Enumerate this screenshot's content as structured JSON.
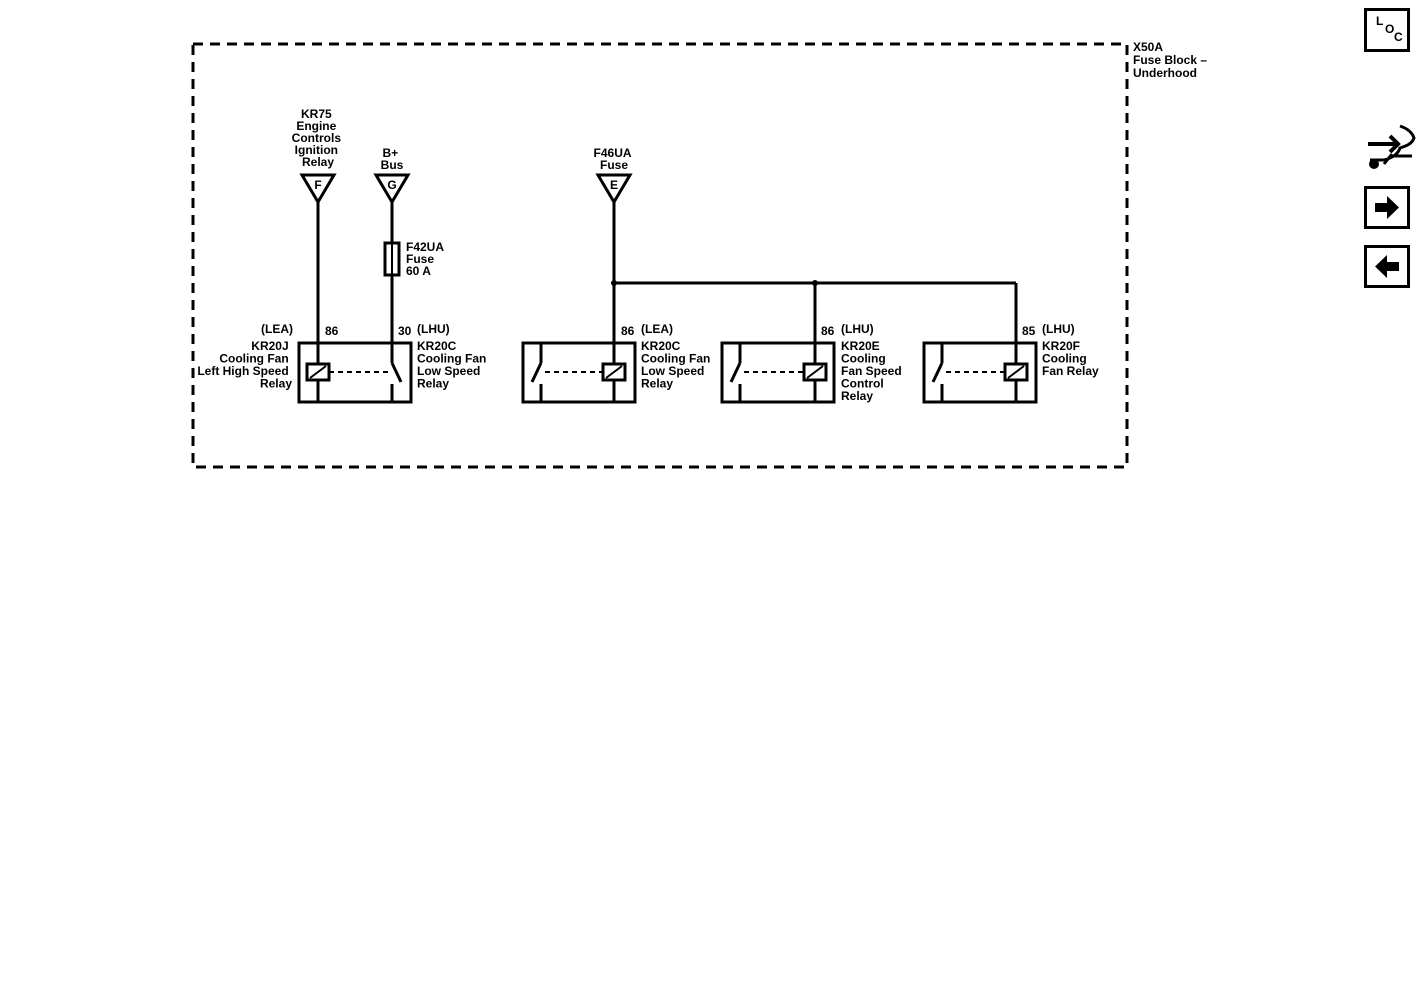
{
  "fuse_block": {
    "lines": [
      "X50A",
      "Fuse Block –",
      "Underhood"
    ]
  },
  "sources": {
    "kr75": {
      "lines": [
        "KR75",
        "Engine",
        "Controls",
        "Ignition",
        "Relay"
      ],
      "terminal": "F"
    },
    "bplus": {
      "lines": [
        "B+",
        "Bus"
      ],
      "terminal": "G"
    },
    "f46ua": {
      "lines": [
        "F46UA",
        "Fuse"
      ],
      "terminal": "E"
    }
  },
  "fuse_f42ua": {
    "lines": [
      "F42UA",
      "Fuse",
      "60 A"
    ]
  },
  "relays": {
    "kr20j": {
      "lines": [
        "KR20J",
        "Cooling Fan",
        "Left High Speed",
        "Relay"
      ],
      "variant": "(LEA)",
      "pin": "86"
    },
    "kr20c_a": {
      "lines": [
        "KR20C",
        "Cooling Fan",
        "Low Speed",
        "Relay"
      ],
      "variant": "(LHU)",
      "pin": "30"
    },
    "kr20c_b": {
      "lines": [
        "KR20C",
        "Cooling Fan",
        "Low Speed",
        "Relay"
      ],
      "variant": "(LEA)",
      "pin": "86"
    },
    "kr20e": {
      "lines": [
        "KR20E",
        "Cooling",
        "Fan Speed",
        "Control",
        "Relay"
      ],
      "variant": "(LHU)",
      "pin": "86"
    },
    "kr20f": {
      "lines": [
        "KR20F",
        "Cooling",
        "Fan Relay"
      ],
      "variant": "(LHU)",
      "pin": "85"
    }
  },
  "nav": {
    "loc": {
      "l": "L",
      "o": "O",
      "c": "C",
      "icon": "location-icon"
    },
    "harness_icon": "harness-connector-icon",
    "next_icon": "arrow-right-icon",
    "prev_icon": "arrow-left-icon"
  }
}
